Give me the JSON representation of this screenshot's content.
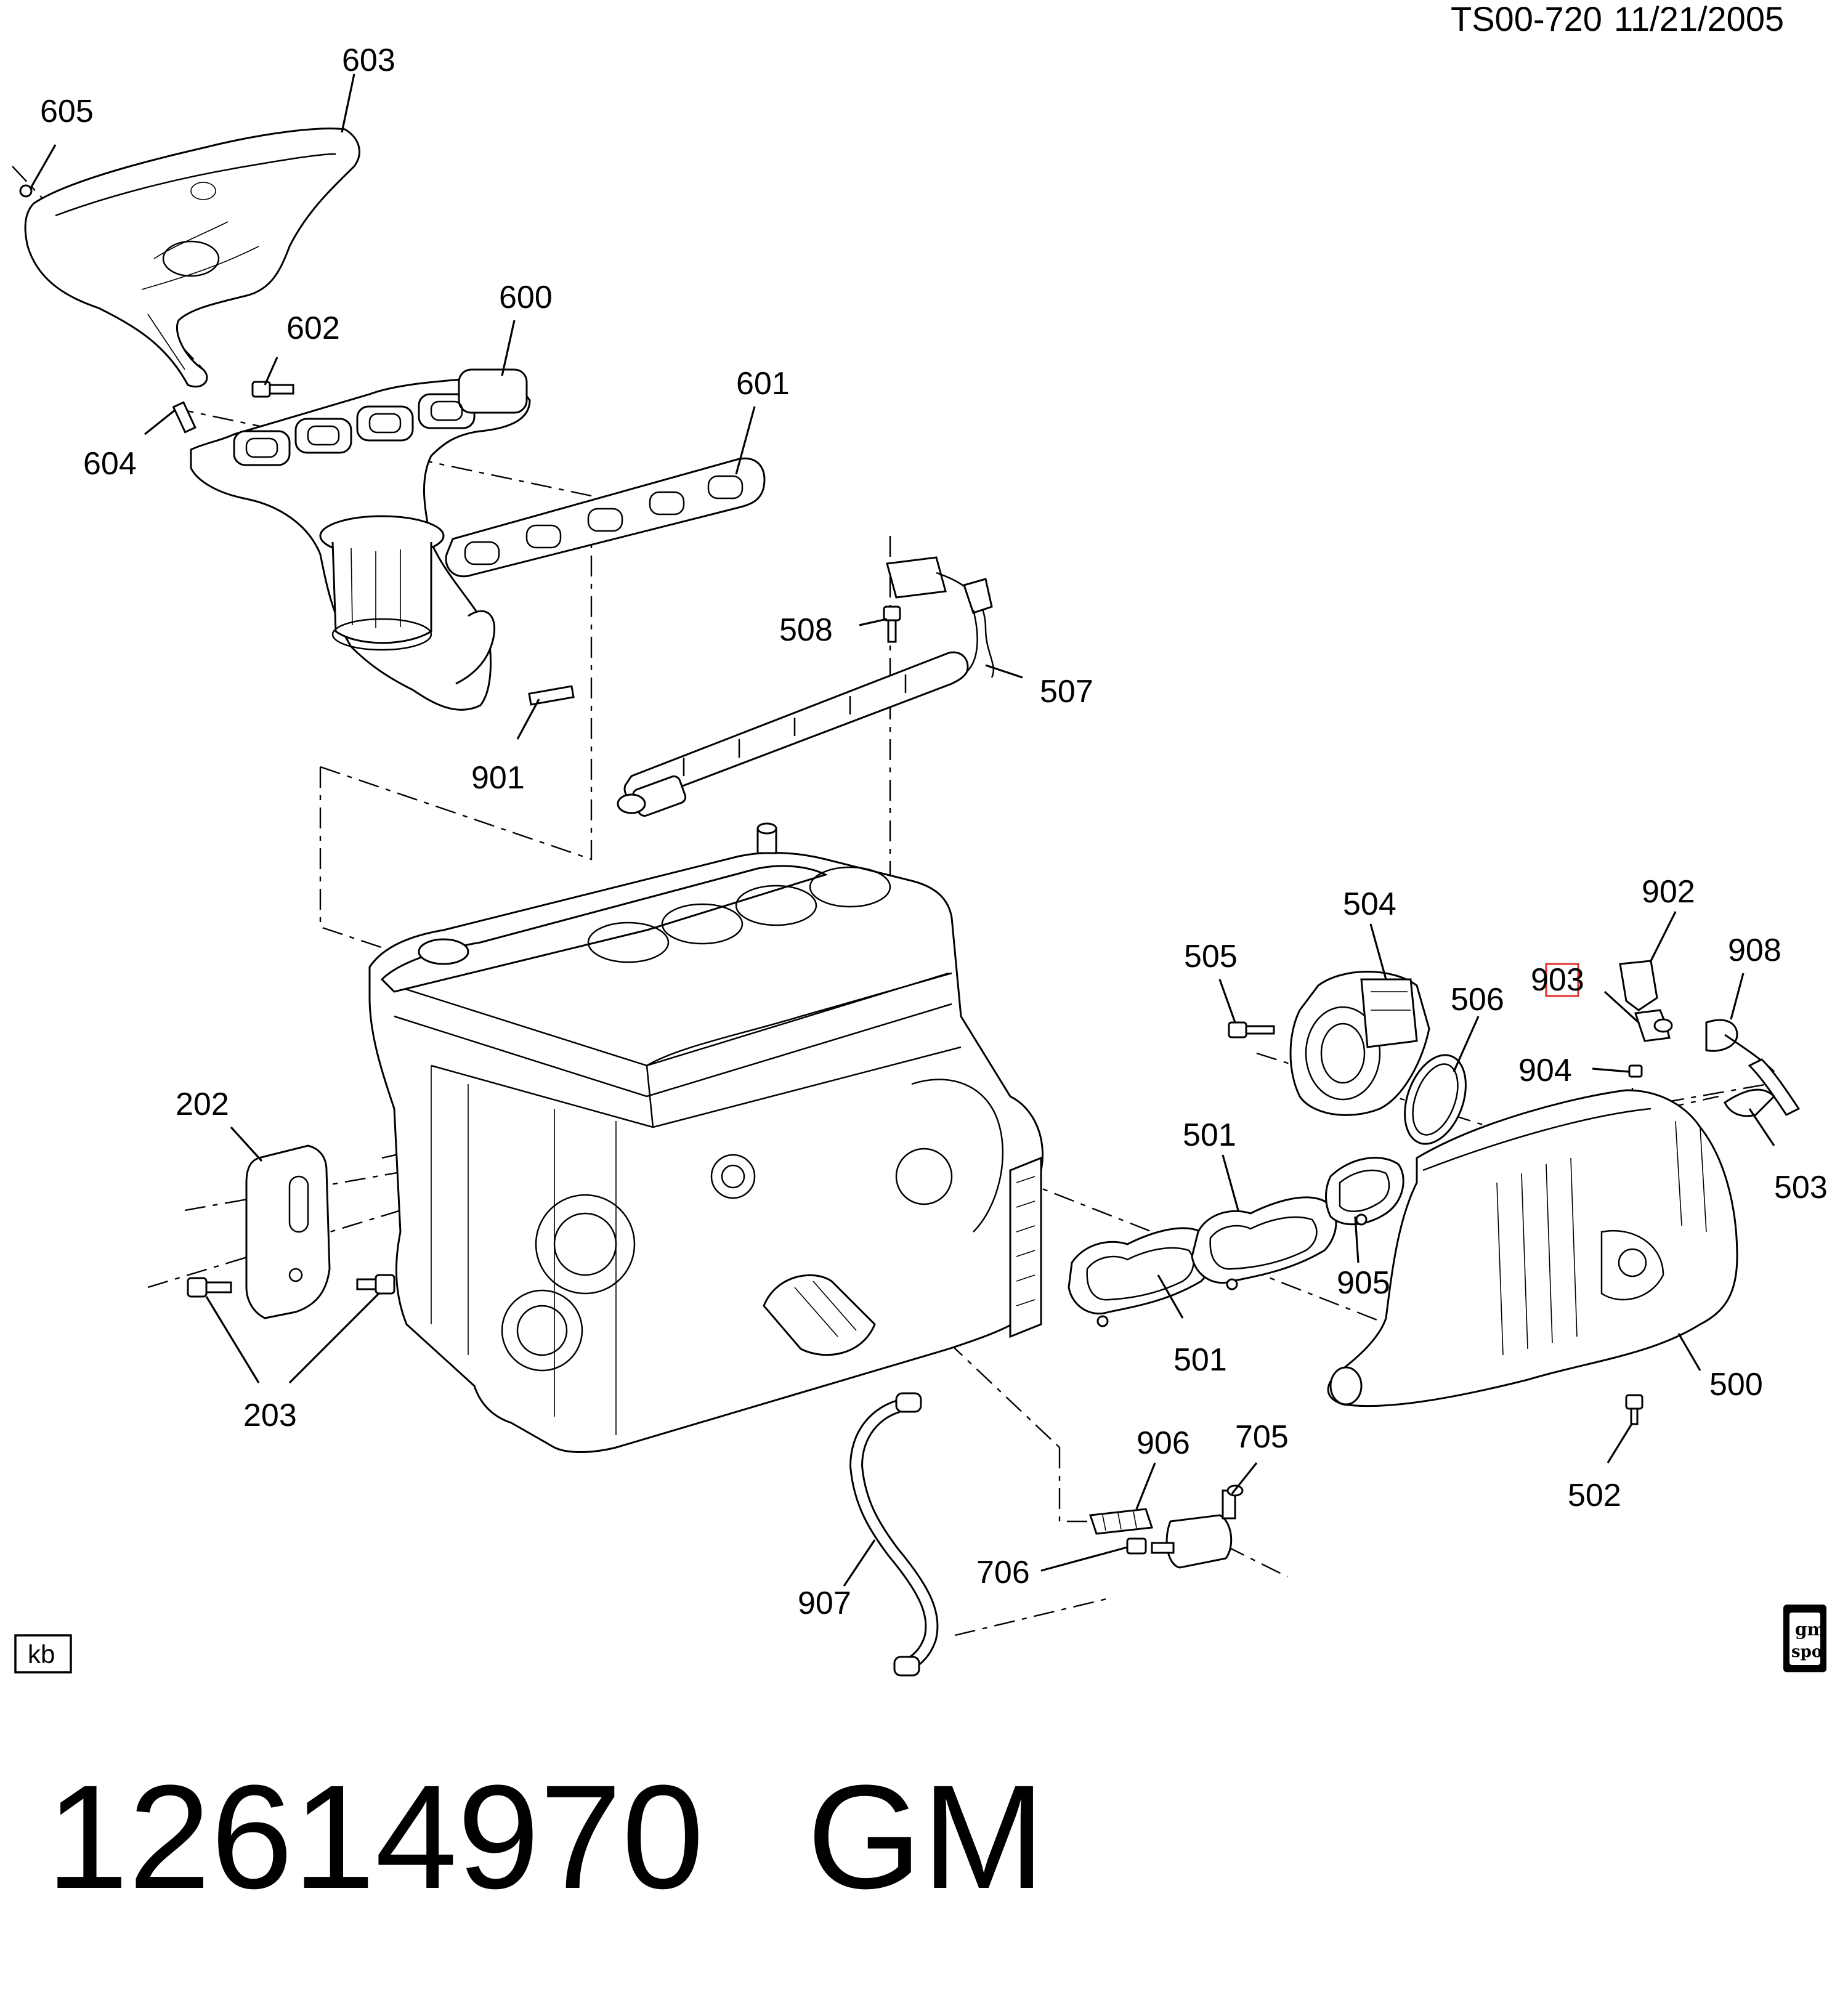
{
  "header": {
    "ref": "TS00-720",
    "date": "11/21/2005"
  },
  "diagram": {
    "type": "exploded-parts-view",
    "callouts": [
      "603",
      "605",
      "600",
      "602",
      "601",
      "604",
      "508",
      "507",
      "901",
      "504",
      "505",
      "506",
      "902",
      "903",
      "908",
      "904",
      "202",
      "501",
      "503",
      "905",
      "203",
      "501",
      "500",
      "502",
      "906",
      "705",
      "706",
      "907"
    ],
    "highlighted_callout": "903",
    "highlight_color": "#e03030"
  },
  "footer": {
    "artist_tag": "kb",
    "logo_text_top": "gm",
    "logo_text_bottom": "spo"
  },
  "part": {
    "number": "12614970",
    "brand": "GM"
  }
}
